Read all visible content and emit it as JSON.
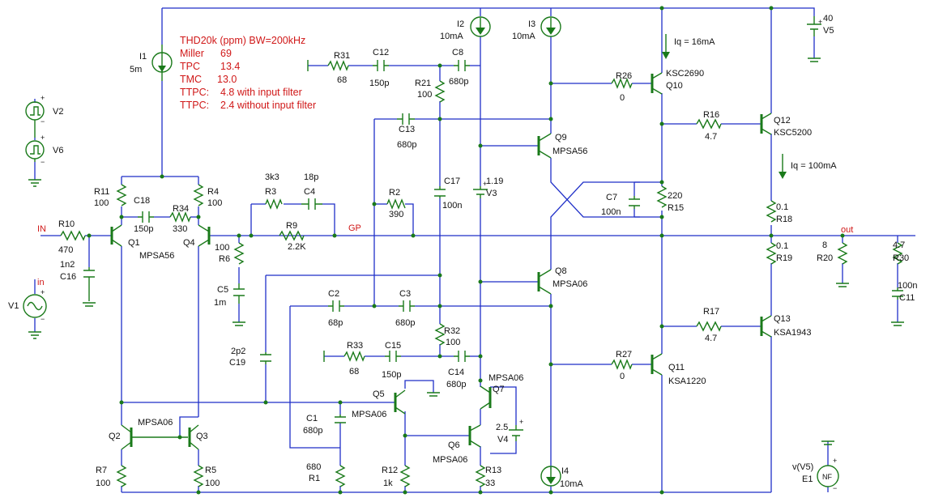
{
  "annotation": {
    "title": "THD20k (ppm) BW=200kHz",
    "rows": [
      {
        "label": "Miller",
        "value": "69"
      },
      {
        "label": "TPC",
        "value": "13.4"
      },
      {
        "label": "TMC",
        "value": "13.0"
      },
      {
        "label": "TTPC:",
        "value": "4.8 with input filter"
      },
      {
        "label": "TTPC:",
        "value": "2.4 without input filter"
      }
    ]
  },
  "nets": {
    "in_upper": "IN",
    "in_lower": "in",
    "gp": "GP",
    "out": "out"
  },
  "labels": {
    "I1": {
      "name": "I1",
      "value": "5m"
    },
    "I2": {
      "name": "I2",
      "value": "10mA"
    },
    "I3": {
      "name": "I3",
      "value": "10mA"
    },
    "I4": {
      "name": "I4",
      "value": "10mA"
    },
    "V1": {
      "name": "V1"
    },
    "V2": {
      "name": "V2"
    },
    "V6": {
      "name": "V6"
    },
    "V3": {
      "name": "V3",
      "value": "1.19"
    },
    "V4": {
      "name": "V4",
      "value": "2.5"
    },
    "V5": {
      "name": "V5",
      "value": "40"
    },
    "E1": {
      "name": "E1",
      "value": "v(V5)"
    },
    "R1": {
      "name": "R1",
      "value": "680"
    },
    "R2": {
      "name": "R2",
      "value": "390"
    },
    "R3": {
      "name": "R3",
      "value": "3k3"
    },
    "R4": {
      "name": "R4",
      "value": "100"
    },
    "R5": {
      "name": "R5",
      "value": "100"
    },
    "R6": {
      "name": "R6",
      "value": "100"
    },
    "R7": {
      "name": "R7",
      "value": "100"
    },
    "R9": {
      "name": "R9",
      "value": "2.2K"
    },
    "R10": {
      "name": "R10",
      "value": "470"
    },
    "R11": {
      "name": "R11",
      "value": "100"
    },
    "R12": {
      "name": "R12",
      "value": "1k"
    },
    "R13": {
      "name": "R13",
      "value": "33"
    },
    "R15": {
      "name": "R15",
      "value": "220"
    },
    "R16": {
      "name": "R16",
      "value": "4.7"
    },
    "R17": {
      "name": "R17",
      "value": "4.7"
    },
    "R18": {
      "name": "R18",
      "value": "0.1"
    },
    "R19": {
      "name": "R19",
      "value": "0.1"
    },
    "R20": {
      "name": "R20",
      "value": "8"
    },
    "R21": {
      "name": "R21",
      "value": "100"
    },
    "R26": {
      "name": "R26",
      "value": "0"
    },
    "R27": {
      "name": "R27",
      "value": "0"
    },
    "R30": {
      "name": "R30",
      "value": "4.7"
    },
    "R31": {
      "name": "R31",
      "value": "68"
    },
    "R32": {
      "name": "R32",
      "value": "100"
    },
    "R33": {
      "name": "R33",
      "value": "68"
    },
    "R34": {
      "name": "R34",
      "value": "330"
    },
    "C1": {
      "name": "C1",
      "value": "680p"
    },
    "C2": {
      "name": "C2",
      "value": "68p"
    },
    "C3": {
      "name": "C3",
      "value": "680p"
    },
    "C4": {
      "name": "C4",
      "value": "18p"
    },
    "C5": {
      "name": "C5",
      "value": "1m"
    },
    "C7": {
      "name": "C7",
      "value": "100n"
    },
    "C8": {
      "name": "C8",
      "value": "680p"
    },
    "C11": {
      "name": "C11",
      "value": "100n"
    },
    "C12": {
      "name": "C12",
      "value": "150p"
    },
    "C13": {
      "name": "C13",
      "value": "680p"
    },
    "C14": {
      "name": "C14",
      "value": "680p"
    },
    "C15": {
      "name": "C15",
      "value": "150p"
    },
    "C16": {
      "name": "C16",
      "value": "1n2"
    },
    "C17": {
      "name": "C17",
      "value": "100n"
    },
    "C18": {
      "name": "C18",
      "value": "150p"
    },
    "C19": {
      "name": "C19",
      "value": "2p2"
    },
    "Q1": {
      "name": "Q1",
      "model": "MPSA56"
    },
    "Q2": {
      "name": "Q2",
      "model": "MPSA06"
    },
    "Q3": {
      "name": "Q3"
    },
    "Q4": {
      "name": "Q4"
    },
    "Q5": {
      "name": "Q5",
      "model": "MPSA06"
    },
    "Q6": {
      "name": "Q6",
      "model": "MPSA06"
    },
    "Q7": {
      "name": "Q7",
      "model": "MPSA06"
    },
    "Q8": {
      "name": "Q8",
      "model": "MPSA06"
    },
    "Q9": {
      "name": "Q9",
      "model": "MPSA56"
    },
    "Q10": {
      "name": "Q10",
      "model": "KSC2690"
    },
    "Q11": {
      "name": "Q11",
      "model": "KSA1220"
    },
    "Q12": {
      "name": "Q12",
      "model": "KSC5200"
    },
    "Q13": {
      "name": "Q13",
      "model": "KSA1943"
    },
    "Iq_top": "Iq = 16mA",
    "Iq_out": "Iq = 100mA"
  }
}
